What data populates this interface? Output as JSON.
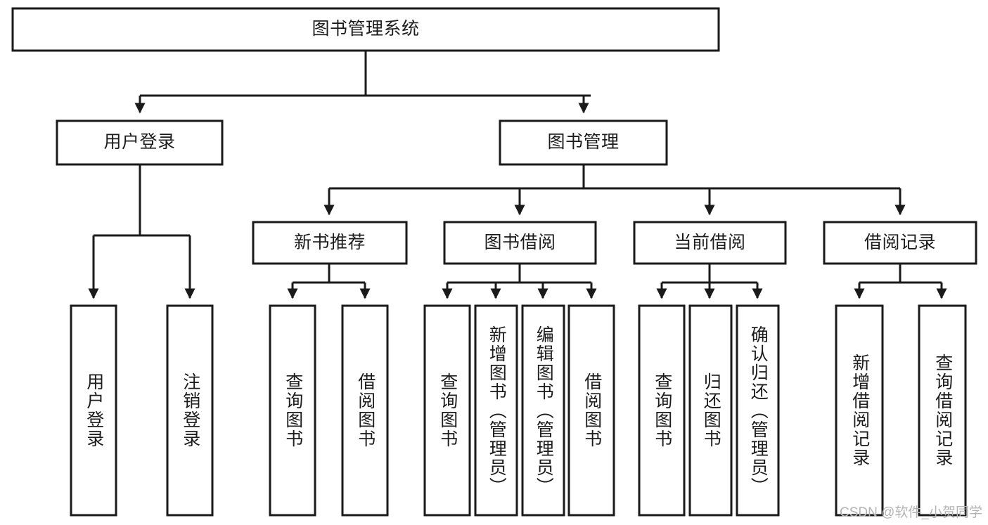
{
  "diagram": {
    "title": "图书管理系统",
    "type": "tree-hierarchy-diagram",
    "colors": {
      "stroke": "#1a1a1a",
      "fill": "#ffffff",
      "text": "#1c1c1c",
      "watermark": "#b4b4b4"
    },
    "root": {
      "label": "图书管理系统"
    },
    "level2": [
      {
        "label": "用户登录"
      },
      {
        "label": "图书管理"
      }
    ],
    "level3": [
      {
        "label": "新书推荐"
      },
      {
        "label": "图书借阅"
      },
      {
        "label": "当前借阅"
      },
      {
        "label": "借阅记录"
      }
    ],
    "leaves": {
      "user_login": [
        {
          "label": "用户登录"
        },
        {
          "label": "注销登录"
        }
      ],
      "new_book_recommend": [
        {
          "label": "查询图书"
        },
        {
          "label": "借阅图书"
        }
      ],
      "book_borrow": [
        {
          "label": "查询图书"
        },
        {
          "label": "新增图书（管理员）"
        },
        {
          "label": "编辑图书（管理员）"
        },
        {
          "label": "借阅图书"
        }
      ],
      "current_borrow": [
        {
          "label": "查询图书"
        },
        {
          "label": "归还图书"
        },
        {
          "label": "确认归还（管理员）"
        }
      ],
      "borrow_record": [
        {
          "label": "新增借阅记录"
        },
        {
          "label": "查询借阅记录"
        }
      ]
    }
  },
  "watermark": {
    "text": "CSDN @软件_小贺同学"
  }
}
